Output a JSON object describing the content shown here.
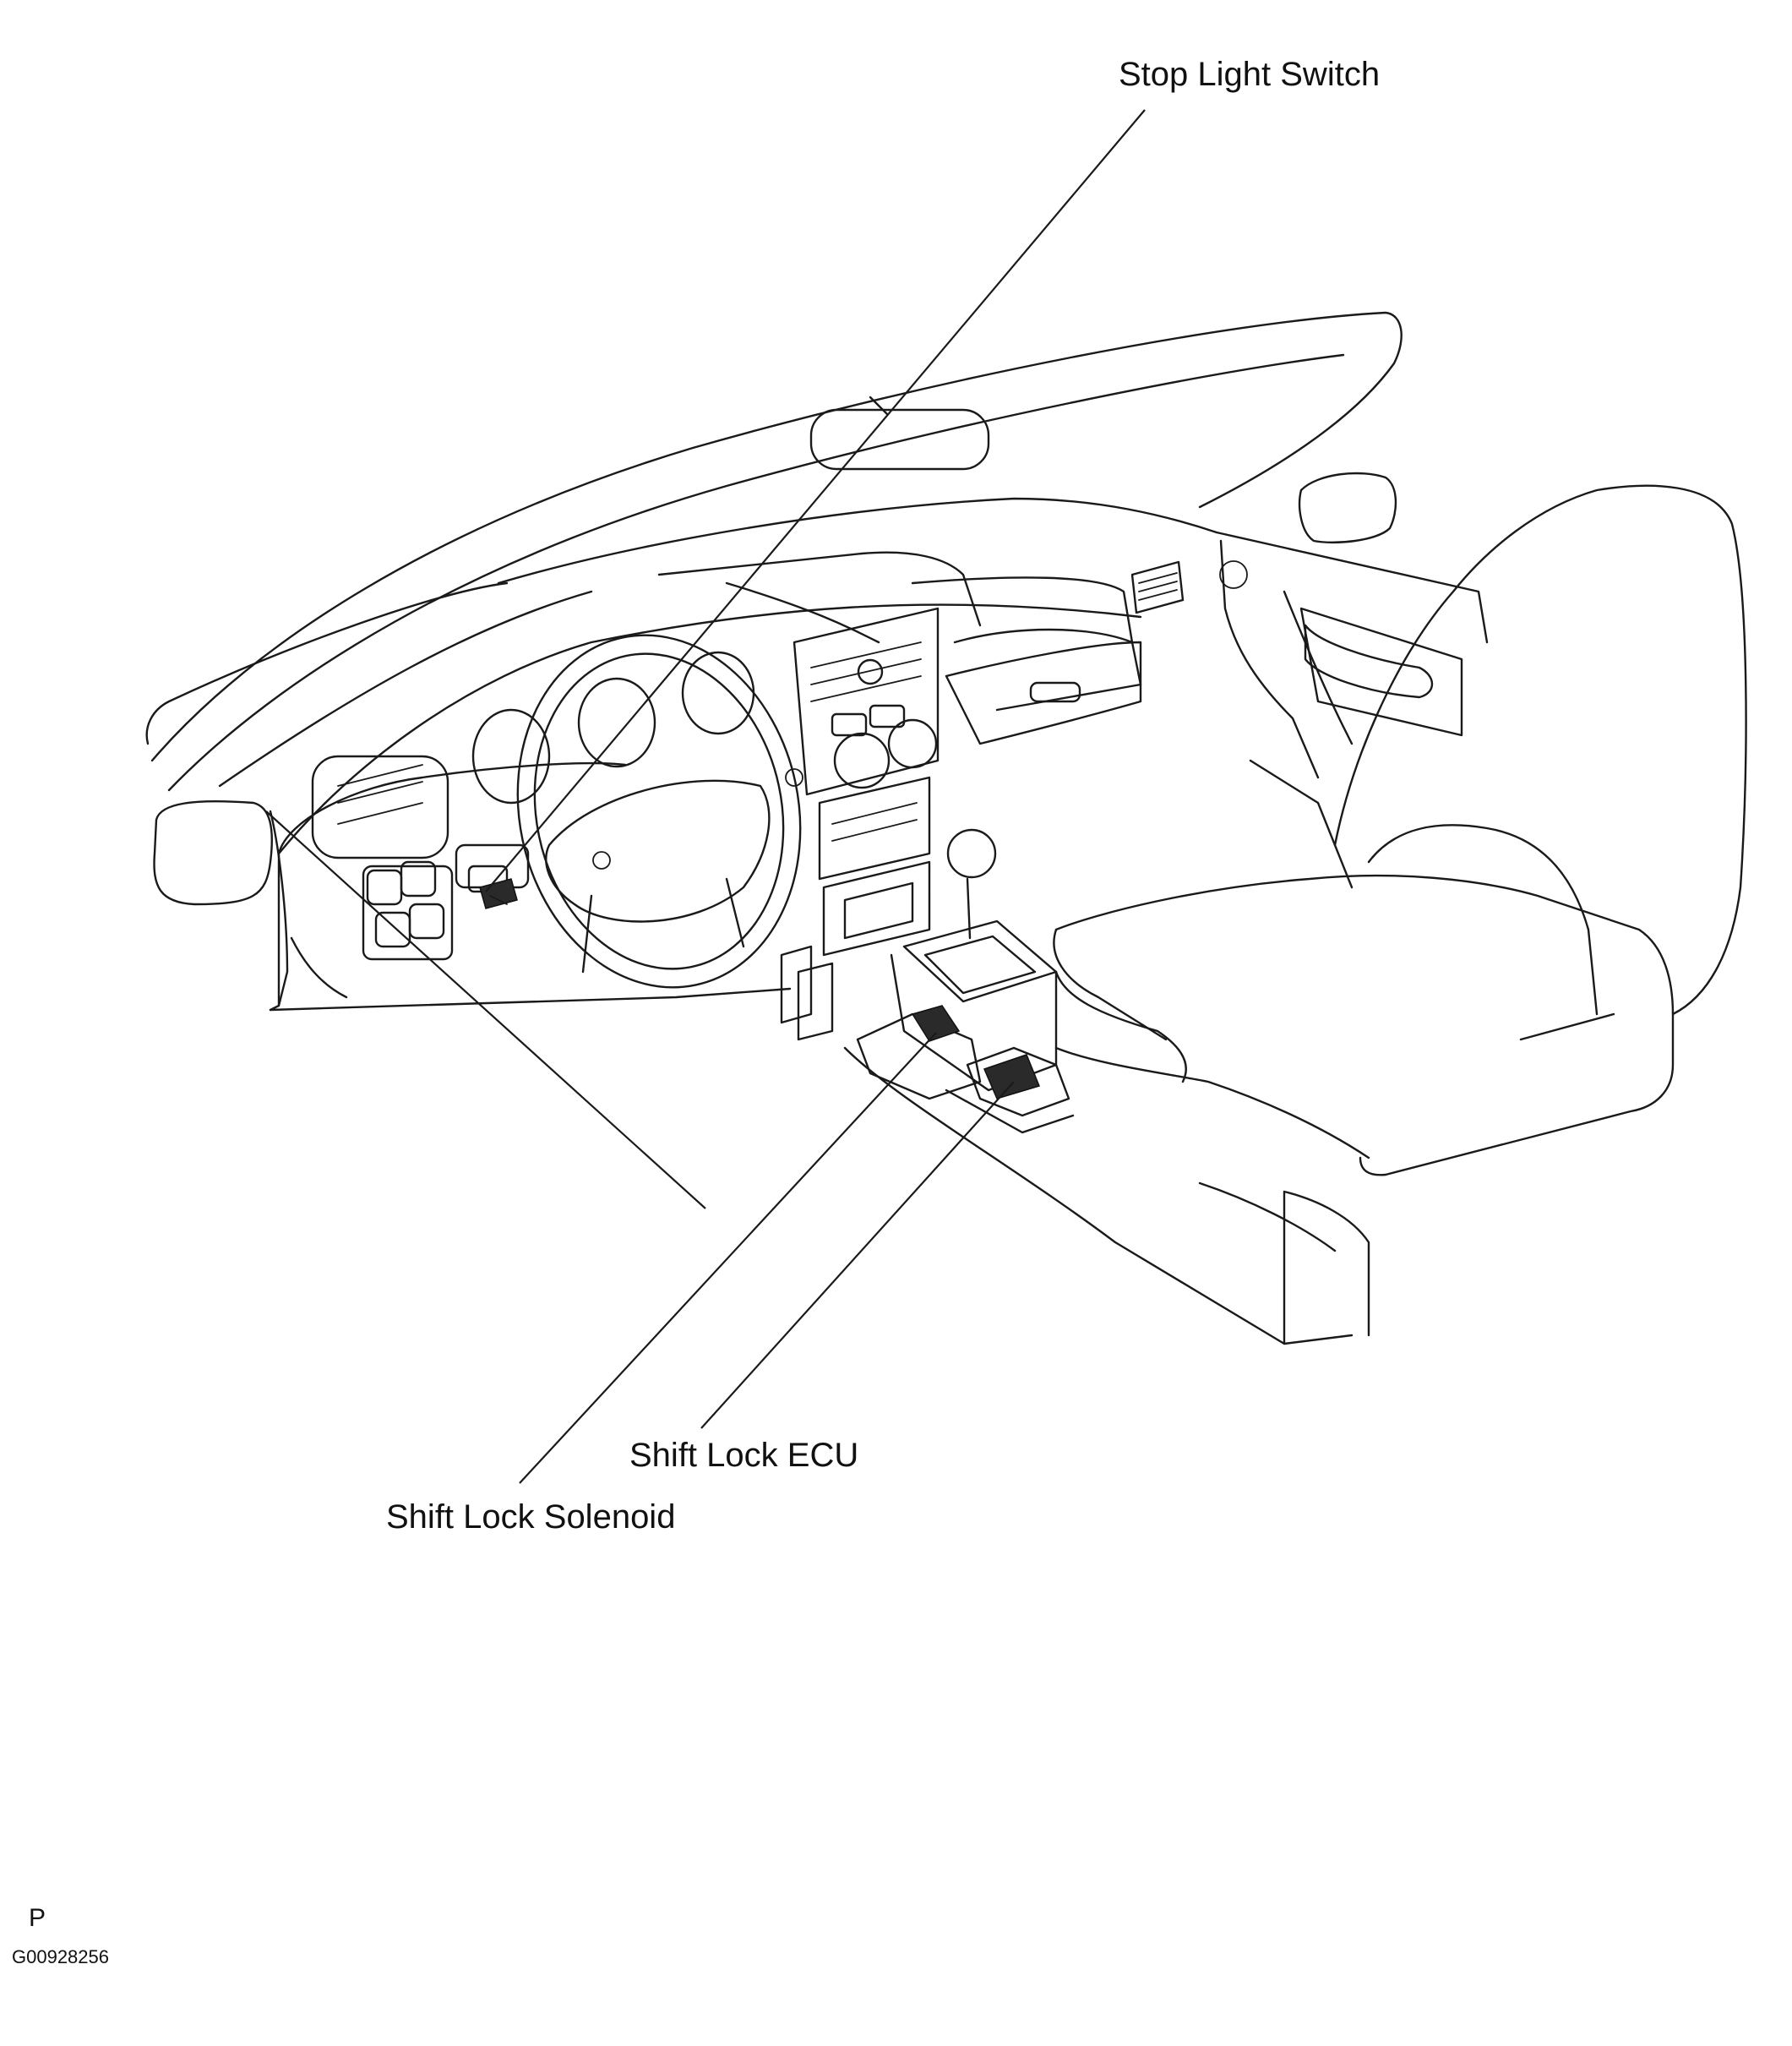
{
  "labels": {
    "stop_light_switch": "Stop Light Switch",
    "shift_lock_ecu": "Shift Lock ECU",
    "shift_lock_solenoid": "Shift Lock Solenoid"
  },
  "footer": {
    "letter": "P",
    "figure_code": "G00928256"
  }
}
